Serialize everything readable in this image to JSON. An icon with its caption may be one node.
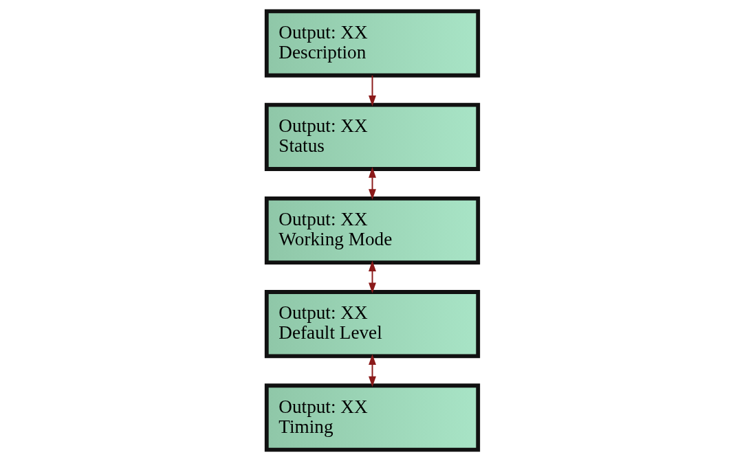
{
  "diagram": {
    "nodes": [
      {
        "text": [
          "Output: XX",
          "Description"
        ]
      },
      {
        "text": [
          "Output: XX",
          "Status"
        ]
      },
      {
        "text": [
          "Output: XX",
          "Working Mode"
        ]
      },
      {
        "text": [
          "Output: XX",
          "Default Level"
        ]
      },
      {
        "text": [
          "Output: XX",
          "Timing"
        ]
      }
    ],
    "edges": [
      {
        "from": 0,
        "to": 1,
        "arrow": "to"
      },
      {
        "from": 1,
        "to": 2,
        "arrow": "both"
      },
      {
        "from": 2,
        "to": 3,
        "arrow": "both"
      },
      {
        "from": 3,
        "to": 4,
        "arrow": "both"
      }
    ]
  }
}
